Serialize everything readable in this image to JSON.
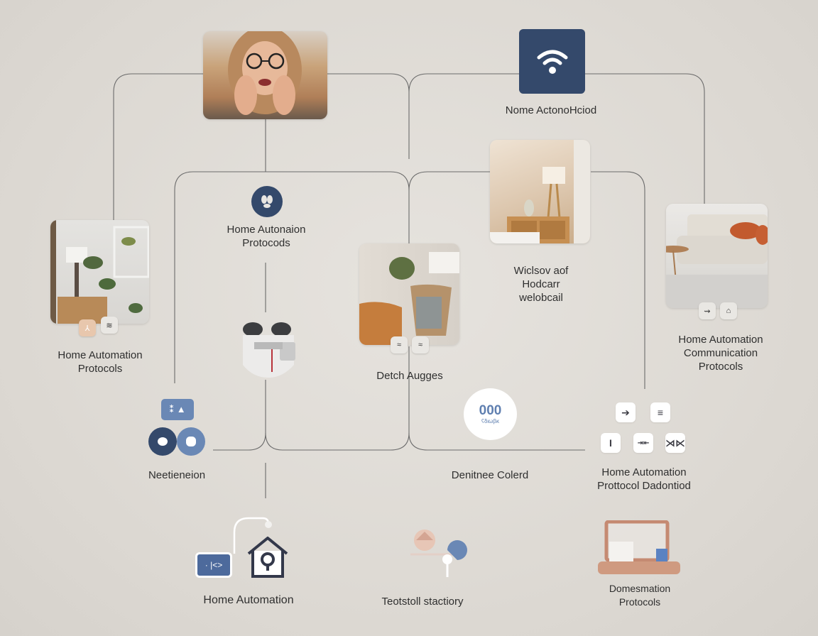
{
  "diagram": {
    "topic": "Home Automation Protocols",
    "colors": {
      "background": "#dcd8d2",
      "navy": "#34496b",
      "steel_blue": "#6a88b5",
      "connector": "#6b6b6b",
      "copper": "#c9907a"
    },
    "nodes": {
      "portrait": {
        "label": "",
        "image": "woman-with-glasses-photo"
      },
      "wifi": {
        "label": "Nome ActonoHciod",
        "icon": "wifi-icon"
      },
      "protocols_center": {
        "label_line1": "Home Autonaion",
        "label_line2": "Protocods",
        "icon": "cluster-icon"
      },
      "lamp_room": {
        "label_line1": "Wiclsov aof",
        "label_line2": "Hodcarr",
        "label_line3": "welobcail",
        "image": "sideboard-lamp-photo"
      },
      "left_room": {
        "label_line1": "Home Automation",
        "label_line2": "Protocols",
        "image": "plant-shelf-photo",
        "chips": [
          "hub-icon",
          "wave-icon"
        ]
      },
      "right_room": {
        "label_line1": "Home Automation",
        "label_line2": "Communication",
        "label_line3": "Protocols",
        "image": "sofa-living-room-photo",
        "chips": [
          "link-icon",
          "building-icon"
        ]
      },
      "chair_room": {
        "label": "Detch Augges",
        "image": "armchair-photo",
        "chips": [
          "sync-icon",
          "signal-icon"
        ]
      },
      "device": {
        "label": "",
        "image": "smart-device-render"
      },
      "network": {
        "label": "Neetieneion",
        "badge_text": "⁑ ▲",
        "icons": [
          "node-icon",
          "flower-icon"
        ]
      },
      "counter": {
        "value": "000",
        "caption": "ʕδιωβκ",
        "label": "Denitnee Colerd"
      },
      "button_grid": {
        "label_line1": "Home Automation",
        "label_line2": "Prottocol Dadontiod",
        "buttons": [
          "➔",
          "≡",
          "I",
          "⇥⇤",
          "⋊⋉"
        ]
      },
      "home": {
        "label": "Home Automation",
        "badge_text": "· |<>",
        "icon": "house-icon"
      },
      "thermostat": {
        "label": "Teotstoll stactiory",
        "icon": "thermostat-icon"
      },
      "shelf": {
        "label_line1": "Domesmation",
        "label_line2": "Protocols",
        "icon": "shelf-icon"
      }
    }
  }
}
